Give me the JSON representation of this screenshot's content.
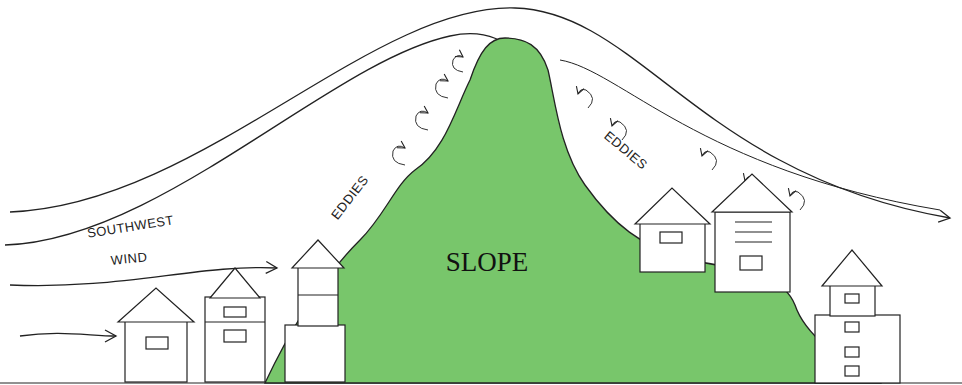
{
  "diagram": {
    "nodes": [
      {
        "text": [
          "SLOPE"
        ]
      }
    ],
    "labels": [
      "SOUTHWEST",
      "WIND",
      "EDDIES",
      "EDDIES"
    ]
  }
}
